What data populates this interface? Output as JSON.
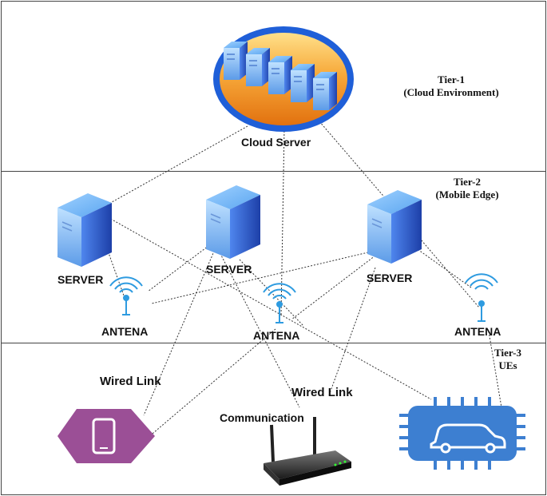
{
  "tiers": {
    "tier1": {
      "title": "Tier-1",
      "subtitle": "(Cloud Environment)"
    },
    "tier2": {
      "title": "Tier-2",
      "subtitle": "(Mobile Edge)"
    },
    "tier3": {
      "title": "Tier-3",
      "subtitle": "UEs"
    }
  },
  "nodes": {
    "cloud_server": "Cloud Server",
    "server_left": "SERVER",
    "server_center": "SERVER",
    "server_right": "SERVER",
    "antenna_left": "ANTENA",
    "antenna_center": "ANTENA",
    "antenna_right": "ANTENA",
    "router": "Communication"
  },
  "link_labels": {
    "wired_link_left": "Wired Link",
    "wired_link_right": "Wired Link"
  },
  "colors": {
    "server_blue": "#2a5bd7",
    "cloud_orange": "#f08a1c",
    "cloud_ring": "#1f5fd8",
    "antenna_blue": "#2e9be0",
    "mobile_purple": "#9b4f96",
    "vehicle_blue": "#3d7fd1"
  },
  "icons": [
    "cloud-server-icon",
    "server-icon",
    "antenna-icon",
    "mobile-device-icon",
    "wireless-router-icon",
    "vehicle-chip-icon"
  ]
}
